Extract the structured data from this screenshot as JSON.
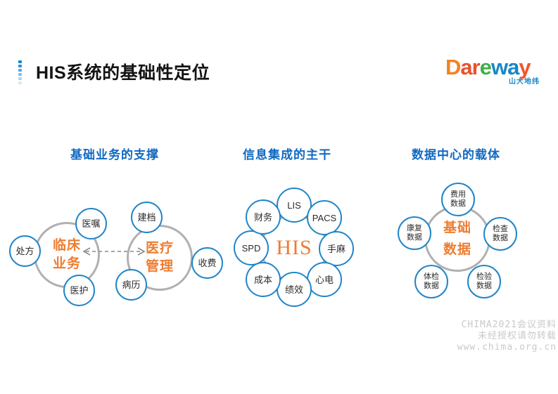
{
  "title": "HIS系统的基础性定位",
  "logo": {
    "letters": [
      {
        "ch": "D",
        "style": "color:#f5821f"
      },
      {
        "ch": "a",
        "style": "color:#e8512d"
      },
      {
        "ch": "r",
        "style": "color:#e8512d"
      },
      {
        "ch": "e",
        "style": "color:#3fae49"
      },
      {
        "ch": "w",
        "style": "color:#1787c8"
      },
      {
        "ch": "a",
        "style": "color:#1787c8"
      },
      {
        "ch": "y",
        "style": "color:#f2552c"
      }
    ],
    "subtitle": "山大地纬"
  },
  "sections": [
    {
      "header": "基础业务的支撑",
      "hubs": [
        {
          "line1": "临床",
          "line2": "业务"
        },
        {
          "line1": "医疗",
          "line2": "管理"
        }
      ],
      "satellites": {
        "yizhu": "医嘱",
        "chufang": "处方",
        "yihu": "医护",
        "jiandang": "建档",
        "shoufei": "收费",
        "bingli": "病历"
      }
    },
    {
      "header": "信息集成的主干",
      "hub": "HIS",
      "satellites": {
        "lis": "LIS",
        "pacs": "PACS",
        "shouma": "手麻",
        "xindian": "心电",
        "jixiao": "绩效",
        "chengben": "成本",
        "spd": "SPD",
        "caiwu": "财务"
      }
    },
    {
      "header": "数据中心的载体",
      "hub": {
        "line1": "基础",
        "line2": "数据"
      },
      "satellites": {
        "feiyong": {
          "line1": "费用",
          "line2": "数据"
        },
        "jiancha": {
          "line1": "检查",
          "line2": "数据"
        },
        "jianyan": {
          "line1": "检验",
          "line2": "数据"
        },
        "tijian": {
          "line1": "体检",
          "line2": "数据"
        },
        "kangfu": {
          "line1": "康复",
          "line2": "数据"
        }
      }
    }
  ],
  "watermark": {
    "line1": "CHIMA2021会议资料",
    "line2": "未经授权请勿转载",
    "line3": "www.chima.org.cn"
  },
  "colors": {
    "accent_orange": "#ed7d31",
    "circle_blue": "#2185c8",
    "ring_gray": "#b0b0b0",
    "header_blue": "#1169c2",
    "title_black": "#141414",
    "watermark_gray": "#c9c9c9",
    "arrow_gray": "#8a8a8a"
  }
}
